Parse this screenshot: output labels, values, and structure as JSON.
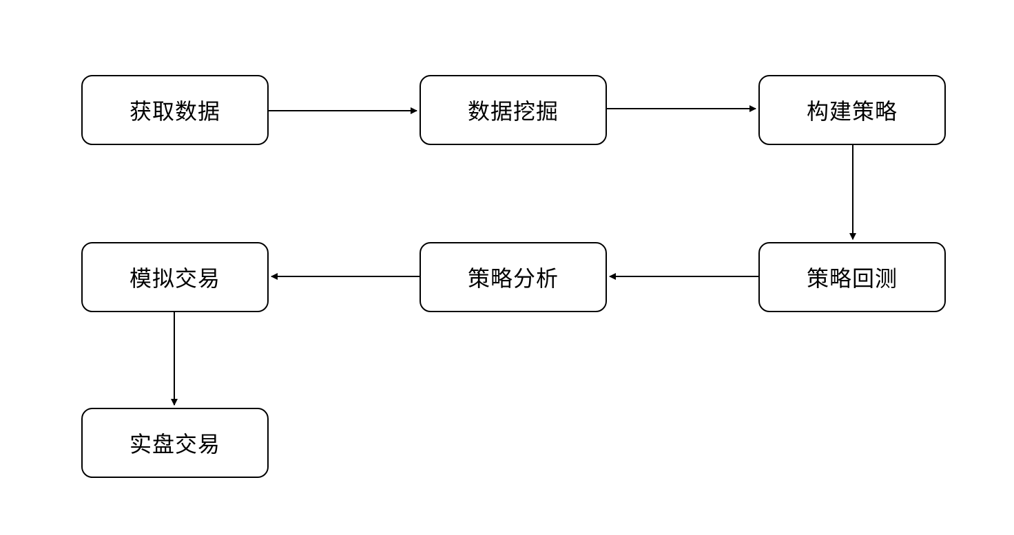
{
  "flowchart": {
    "nodes": [
      {
        "id": "n1",
        "label": "获取数据"
      },
      {
        "id": "n2",
        "label": "数据挖掘"
      },
      {
        "id": "n3",
        "label": "构建策略"
      },
      {
        "id": "n4",
        "label": "策略回测"
      },
      {
        "id": "n5",
        "label": "策略分析"
      },
      {
        "id": "n6",
        "label": "模拟交易"
      },
      {
        "id": "n7",
        "label": "实盘交易"
      }
    ],
    "edges": [
      {
        "from": "n1",
        "to": "n2"
      },
      {
        "from": "n2",
        "to": "n3"
      },
      {
        "from": "n3",
        "to": "n4"
      },
      {
        "from": "n4",
        "to": "n5"
      },
      {
        "from": "n5",
        "to": "n6"
      },
      {
        "from": "n6",
        "to": "n7"
      }
    ],
    "colors": {
      "stroke": "#000000",
      "fill": "#ffffff",
      "text": "#000000"
    }
  }
}
